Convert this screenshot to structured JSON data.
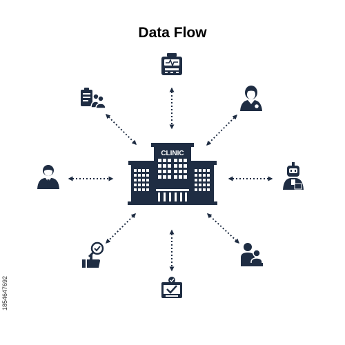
{
  "title": "Data Flow",
  "hub": {
    "label": "CLINIC"
  },
  "stock_id": "1854647692",
  "colors": {
    "ink": "#1f2d43",
    "background": "#ffffff"
  },
  "nodes": [
    {
      "id": "top",
      "icon": "medical-monitor-icon"
    },
    {
      "id": "top-right",
      "icon": "nurse-icon"
    },
    {
      "id": "right",
      "icon": "robot-assistant-icon"
    },
    {
      "id": "bottom-right",
      "icon": "patient-consultation-icon"
    },
    {
      "id": "bottom",
      "icon": "verified-tablet-icon"
    },
    {
      "id": "bottom-left",
      "icon": "thumbs-up-approval-icon"
    },
    {
      "id": "left",
      "icon": "businessman-icon"
    },
    {
      "id": "top-left",
      "icon": "clipboard-team-icon"
    }
  ]
}
